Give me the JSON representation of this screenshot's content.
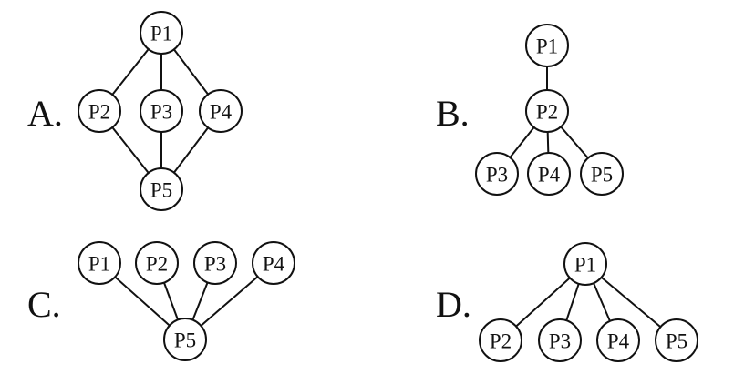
{
  "options": [
    {
      "letter": "A.",
      "nodes": [
        "P1",
        "P2",
        "P3",
        "P4",
        "P5"
      ],
      "edges": [
        [
          "P1",
          "P2"
        ],
        [
          "P1",
          "P3"
        ],
        [
          "P1",
          "P4"
        ],
        [
          "P2",
          "P5"
        ],
        [
          "P3",
          "P5"
        ],
        [
          "P4",
          "P5"
        ]
      ]
    },
    {
      "letter": "B.",
      "nodes": [
        "P1",
        "P2",
        "P3",
        "P4",
        "P5"
      ],
      "edges": [
        [
          "P1",
          "P2"
        ],
        [
          "P2",
          "P3"
        ],
        [
          "P2",
          "P4"
        ],
        [
          "P2",
          "P5"
        ]
      ]
    },
    {
      "letter": "C.",
      "nodes": [
        "P1",
        "P2",
        "P3",
        "P4",
        "P5"
      ],
      "edges": [
        [
          "P1",
          "P5"
        ],
        [
          "P2",
          "P5"
        ],
        [
          "P3",
          "P5"
        ],
        [
          "P4",
          "P5"
        ]
      ]
    },
    {
      "letter": "D.",
      "nodes": [
        "P1",
        "P2",
        "P3",
        "P4",
        "P5"
      ],
      "edges": [
        [
          "P1",
          "P2"
        ],
        [
          "P1",
          "P3"
        ],
        [
          "P1",
          "P4"
        ],
        [
          "P1",
          "P5"
        ]
      ]
    }
  ]
}
